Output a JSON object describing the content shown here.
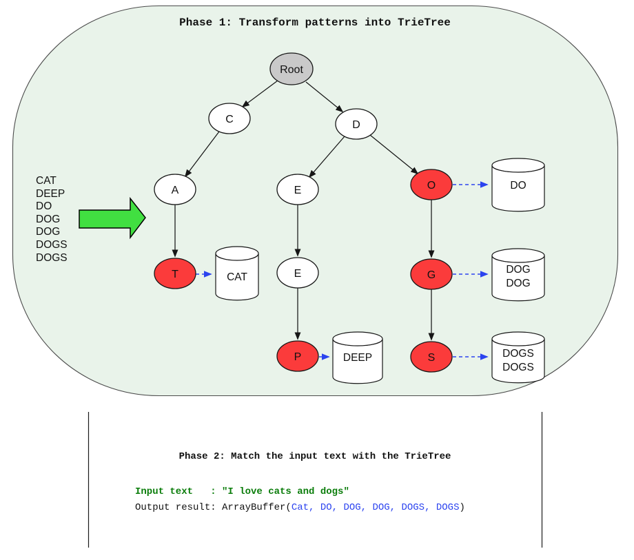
{
  "phase1": {
    "title": "Phase 1: Transform patterns into TrieTree",
    "patterns": [
      "CAT",
      "DEEP",
      "DO",
      "DOG",
      "DOG",
      "DOGS",
      "DOGS"
    ],
    "nodes": {
      "root": "Root",
      "c": "C",
      "d": "D",
      "a": "A",
      "e1": "E",
      "o": "O",
      "t": "T",
      "e2": "E",
      "g": "G",
      "p": "P",
      "s": "S"
    },
    "outputs": {
      "cat": [
        "CAT"
      ],
      "deep": [
        "DEEP"
      ],
      "do": [
        "DO"
      ],
      "dog": [
        "DOG",
        "DOG"
      ],
      "dogs": [
        "DOGS",
        "DOGS"
      ]
    }
  },
  "phase2": {
    "title": "Phase 2: Match the input text with the TrieTree",
    "input_line": "Input text   : \"I love cats and dogs\"",
    "output_prefix": "Output result: ArrayBuffer(",
    "output_matches": "Cat, DO, DOG, DOG, DOGS, DOGS",
    "output_suffix": ")"
  },
  "colors": {
    "panel_bg": "#e9f3ea",
    "panel_border": "#4a4a4a",
    "node_fill": "#ffffff",
    "node_root_fill": "#c9c9c9",
    "node_terminal_fill": "#fb3b3b",
    "edge_black": "#161616",
    "link_blue": "#2b43ef",
    "input_green": "#0b7d0b",
    "arrow_green": "#41df41"
  }
}
